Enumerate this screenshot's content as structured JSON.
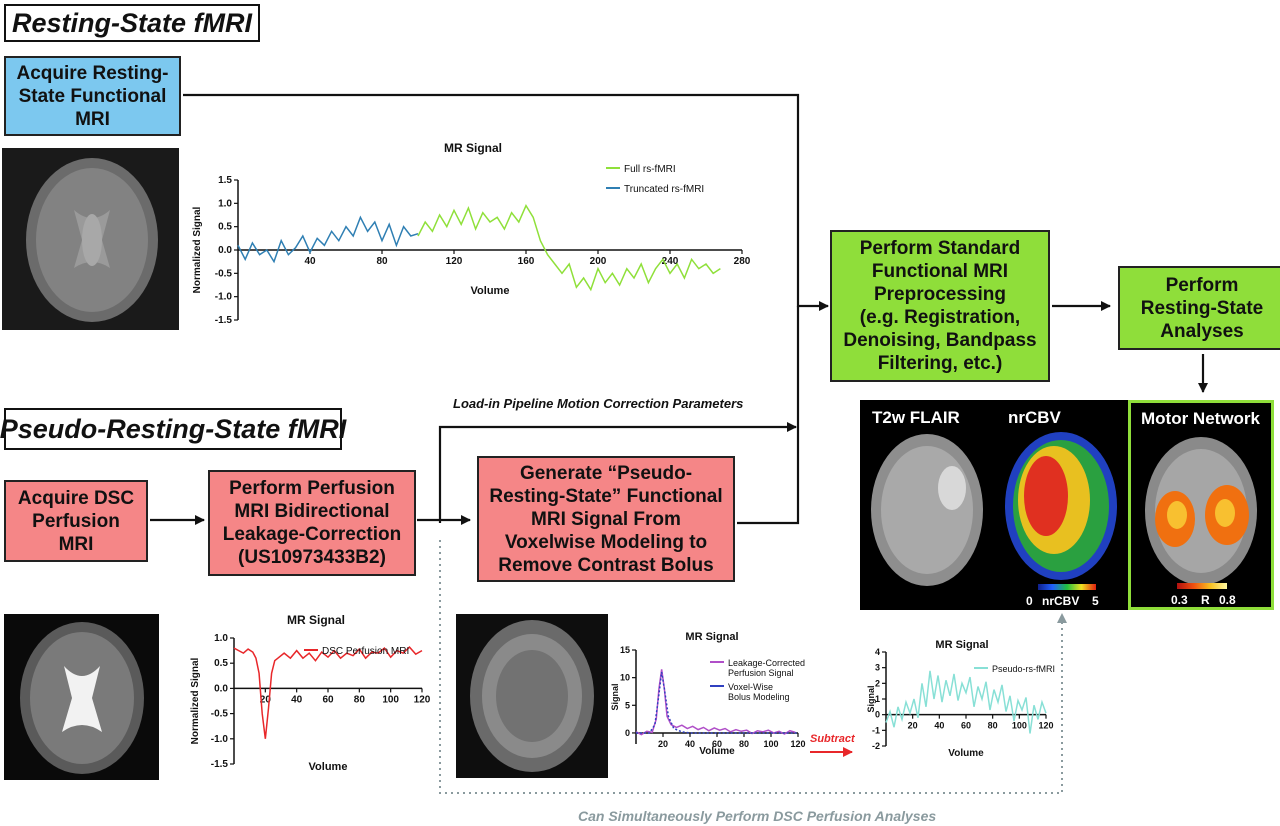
{
  "sections": {
    "resting_title": "Resting-State fMRI",
    "pseudo_title": "Pseudo-Resting-State fMRI"
  },
  "boxes": {
    "acquire_rs": "Acquire Resting-\nState Functional\nMRI",
    "preprocess": "Perform Standard\nFunctional MRI\nPreprocessing\n(e.g. Registration,\nDenoising, Bandpass\nFiltering, etc.)",
    "rs_analyses": "Perform\nResting-State\nAnalyses",
    "acquire_dsc": "Acquire DSC\nPerfusion\nMRI",
    "leakage": "Perform Perfusion\nMRI Bidirectional\nLeakage-Correction\n(US10973433B2)",
    "generate": "Generate “Pseudo-\nResting-State” Functional\nMRI Signal From\nVoxelwise Modeling to\nRemove Contrast Bolus"
  },
  "labels": {
    "motion": "Load-in Pipeline Motion Correction Parameters",
    "subtract": "Subtract",
    "footer": "Can Simultaneously Perform DSC Perfusion Analyses"
  },
  "panels": {
    "t2w": "T2w FLAIR",
    "nrcbv": "nrCBV",
    "motor": "Motor Network",
    "nrcbv_scale": {
      "min": "0",
      "label": "nrCBV",
      "max": "5"
    },
    "motor_scale": {
      "min": "0.3",
      "label": "R",
      "max": "0.8"
    }
  },
  "colors": {
    "blue_box": "#7cc8ef",
    "pink_box": "#f58687",
    "green_box": "#8fde3a",
    "full_rs": "#8fe03a",
    "truncated_rs": "#2f7fb3",
    "dsc": "#e8272a",
    "leak": "#b04fc8",
    "bolus": "#3040c0",
    "pseudo": "#88e0d6"
  },
  "chart_data": [
    {
      "type": "line",
      "id": "rs",
      "title": "MR Signal",
      "xlabel": "Volume",
      "ylabel": "Normalized Signal",
      "xlim": [
        0,
        280
      ],
      "ylim": [
        -1.5,
        1.5
      ],
      "xticks": [
        40,
        80,
        120,
        160,
        200,
        240,
        280
      ],
      "yticks": [
        -1.5,
        -1.0,
        -0.5,
        0.0,
        0.5,
        1.0,
        1.5
      ],
      "series": [
        {
          "name": "Full rs-fMRI",
          "color": "#8fe03a",
          "x": [
            100,
            104,
            108,
            112,
            116,
            120,
            124,
            128,
            132,
            136,
            140,
            144,
            148,
            152,
            156,
            160,
            164,
            168,
            172,
            176,
            180,
            184,
            188,
            192,
            196,
            200,
            204,
            208,
            212,
            216,
            220,
            224,
            228,
            232,
            236,
            240,
            244,
            248,
            252,
            256,
            260,
            264,
            268
          ],
          "y": [
            0.3,
            0.6,
            0.4,
            0.75,
            0.5,
            0.85,
            0.55,
            0.9,
            0.45,
            0.8,
            0.6,
            0.7,
            0.45,
            0.8,
            0.6,
            0.95,
            0.7,
            0.2,
            -0.1,
            -0.3,
            -0.5,
            -0.3,
            -0.8,
            -0.6,
            -0.85,
            -0.4,
            -0.7,
            -0.5,
            -0.75,
            -0.4,
            -0.6,
            -0.3,
            -0.7,
            -0.4,
            -0.2,
            -0.5,
            -0.3,
            -0.6,
            -0.2,
            -0.4,
            -0.3,
            -0.5,
            -0.4
          ]
        },
        {
          "name": "Truncated rs-fMRI",
          "color": "#2f7fb3",
          "x": [
            0,
            4,
            8,
            12,
            16,
            20,
            24,
            28,
            32,
            36,
            40,
            44,
            48,
            52,
            56,
            60,
            64,
            68,
            72,
            76,
            80,
            84,
            88,
            92,
            96,
            100
          ],
          "y": [
            0.1,
            -0.2,
            0.15,
            -0.1,
            0.0,
            -0.25,
            0.2,
            -0.1,
            0.05,
            0.3,
            -0.05,
            0.25,
            0.1,
            0.4,
            0.2,
            0.5,
            0.3,
            0.7,
            0.4,
            0.6,
            0.2,
            0.55,
            0.1,
            0.5,
            0.3,
            0.35
          ]
        }
      ]
    },
    {
      "type": "line",
      "id": "dsc",
      "title": "MR Signal",
      "xlabel": "Volume",
      "ylabel": "Normalized Signal",
      "xlim": [
        0,
        120
      ],
      "ylim": [
        -1.5,
        1.0
      ],
      "xticks": [
        20,
        40,
        60,
        80,
        100,
        120
      ],
      "yticks": [
        -1.5,
        -1.0,
        -0.5,
        0.0,
        0.5,
        1.0
      ],
      "series": [
        {
          "name": "DSC Perfusion MRI",
          "color": "#e8272a",
          "x": [
            0,
            3,
            6,
            9,
            12,
            14,
            16,
            18,
            20,
            22,
            24,
            26,
            28,
            32,
            36,
            40,
            44,
            48,
            52,
            56,
            60,
            64,
            68,
            72,
            76,
            80,
            84,
            88,
            92,
            96,
            100,
            104,
            108,
            112,
            116,
            120
          ],
          "y": [
            0.8,
            0.75,
            0.7,
            0.78,
            0.72,
            0.6,
            0.3,
            -0.5,
            -1.0,
            -0.4,
            0.3,
            0.55,
            0.6,
            0.7,
            0.6,
            0.75,
            0.6,
            0.7,
            0.55,
            0.72,
            0.62,
            0.75,
            0.6,
            0.7,
            0.65,
            0.78,
            0.6,
            0.72,
            0.7,
            0.8,
            0.62,
            0.75,
            0.7,
            0.82,
            0.68,
            0.75
          ]
        }
      ]
    },
    {
      "type": "line",
      "id": "leak",
      "title": "MR Signal",
      "xlabel": "Volume",
      "ylabel": "Signal",
      "xlim": [
        0,
        120
      ],
      "ylim": [
        -2,
        15
      ],
      "xticks": [
        20,
        40,
        60,
        80,
        100,
        120
      ],
      "yticks": [
        0,
        5,
        10,
        15
      ],
      "series": [
        {
          "name": "Leakage-Corrected Perfusion Signal",
          "color": "#b04fc8",
          "x": [
            0,
            4,
            8,
            12,
            15,
            17,
            19,
            21,
            23,
            26,
            30,
            34,
            38,
            42,
            46,
            50,
            54,
            58,
            62,
            66,
            70,
            74,
            78,
            82,
            86,
            90,
            94,
            98,
            102,
            106,
            110,
            114,
            118
          ],
          "y": [
            0.2,
            -0.3,
            0.3,
            0.1,
            2.5,
            8,
            11.5,
            8,
            3,
            1.5,
            1,
            1.4,
            0.8,
            1.2,
            0.6,
            1.0,
            0.4,
            0.9,
            0.5,
            0.8,
            0.2,
            0.6,
            0.3,
            0.5,
            -0.1,
            0.4,
            0.2,
            0.5,
            0.0,
            0.3,
            -0.2,
            0.4,
            0.1
          ]
        },
        {
          "name": "Voxel-Wise Bolus Modeling",
          "color": "#3040c0",
          "x": [
            0,
            10,
            14,
            17,
            19,
            21,
            24,
            28,
            34,
            40,
            60,
            80,
            100,
            120
          ],
          "y": [
            0,
            0,
            1.5,
            7,
            11,
            8,
            3,
            0.8,
            0.2,
            0,
            0,
            0,
            0,
            0
          ]
        }
      ]
    },
    {
      "type": "line",
      "id": "pseudo",
      "title": "MR Signal",
      "xlabel": "Volume",
      "ylabel": "Signal",
      "xlim": [
        0,
        120
      ],
      "ylim": [
        -2,
        4
      ],
      "xticks": [
        20,
        40,
        60,
        80,
        100,
        120
      ],
      "yticks": [
        -2,
        -1,
        0,
        1,
        2,
        3,
        4
      ],
      "series": [
        {
          "name": "Pseudo-rs-fMRI",
          "color": "#88e0d6",
          "x": [
            0,
            3,
            6,
            9,
            12,
            15,
            18,
            21,
            24,
            27,
            30,
            33,
            36,
            39,
            42,
            45,
            48,
            51,
            54,
            57,
            60,
            63,
            66,
            69,
            72,
            75,
            78,
            81,
            84,
            87,
            90,
            93,
            96,
            99,
            102,
            105,
            108,
            111,
            114,
            117,
            120
          ],
          "y": [
            -0.5,
            0.2,
            -0.8,
            0.5,
            -0.3,
            0.8,
            0.1,
            1.0,
            -0.2,
            2.0,
            0.5,
            2.8,
            1.0,
            2.5,
            0.8,
            2.2,
            1.2,
            2.6,
            0.9,
            2.0,
            1.4,
            2.4,
            0.5,
            1.8,
            1.0,
            2.1,
            0.3,
            1.6,
            0.8,
            1.9,
            0.2,
            1.2,
            -0.4,
            0.9,
            0.3,
            1.1,
            -1.2,
            0.6,
            -0.3,
            0.8,
            0.1
          ]
        }
      ]
    }
  ]
}
